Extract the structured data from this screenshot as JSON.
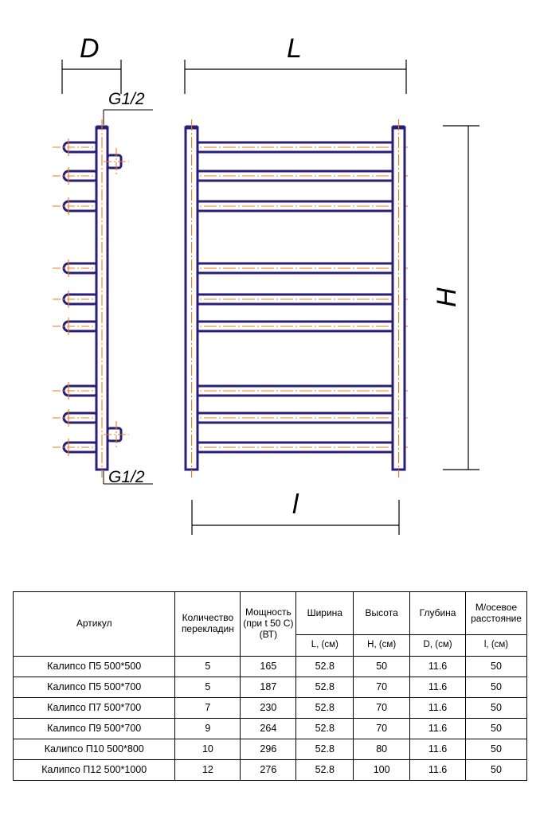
{
  "drawing": {
    "dim_d": "D",
    "dim_l": "L",
    "dim_h": "H",
    "dim_l_small": "l",
    "thread_top": "G1/2",
    "thread_bottom": "G1/2"
  },
  "table": {
    "headers": {
      "article": "Артикул",
      "rungs": "Количество перекладин",
      "power": "Мощность (при t 50 С) (ВТ)",
      "width": "Ширина",
      "height": "Высота",
      "depth": "Глубина",
      "axial": "М/осевое расстояние"
    },
    "units": {
      "width": "L, (см)",
      "height": "H, (см)",
      "depth": "D, (см)",
      "axial": "l, (см)"
    },
    "rows": [
      {
        "article": "Калипсо П5 500*500",
        "rungs": "5",
        "power": "165",
        "width": "52.8",
        "height": "50",
        "depth": "11.6",
        "axial": "50"
      },
      {
        "article": "Калипсо П5 500*700",
        "rungs": "5",
        "power": "187",
        "width": "52.8",
        "height": "70",
        "depth": "11.6",
        "axial": "50"
      },
      {
        "article": "Калипсо П7 500*700",
        "rungs": "7",
        "power": "230",
        "width": "52.8",
        "height": "70",
        "depth": "11.6",
        "axial": "50"
      },
      {
        "article": "Калипсо П9 500*700",
        "rungs": "9",
        "power": "264",
        "width": "52.8",
        "height": "70",
        "depth": "11.6",
        "axial": "50"
      },
      {
        "article": "Калипсо П10 500*800",
        "rungs": "10",
        "power": "296",
        "width": "52.8",
        "height": "80",
        "depth": "11.6",
        "axial": "50"
      },
      {
        "article": "Калипсо П12 500*1000",
        "rungs": "12",
        "power": "276",
        "width": "52.8",
        "height": "100",
        "depth": "11.6",
        "axial": "50"
      }
    ]
  }
}
